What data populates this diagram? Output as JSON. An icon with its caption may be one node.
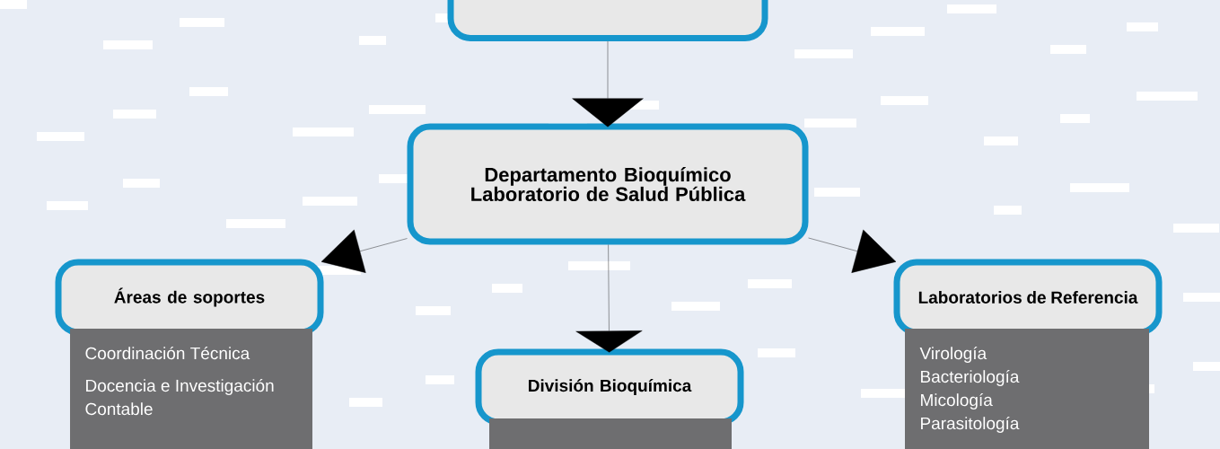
{
  "diagram": {
    "nodes": [
      {
        "text": [],
        "shape": "box"
      },
      {
        "text": [
          "Departamento Bioquímico Laboratorio de Salud Pública"
        ]
      },
      {
        "text": [
          "Áreas de soportes"
        ]
      },
      {
        "text": [
          "Coordinación Técnica",
          "Docencia e Investigación",
          "Contable"
        ]
      },
      {
        "text": [
          "División Bioquímica"
        ]
      },
      {
        "text": [],
        "shape": "box"
      },
      {
        "text": [
          "Laboratorios de Referencia"
        ]
      },
      {
        "text": [
          "Virología",
          "Bacteriología",
          "Micología",
          "Parasitología"
        ]
      }
    ],
    "edges": [
      {
        "from": 0,
        "to": 1,
        "arrow": "to"
      },
      {
        "from": 1,
        "to": 2,
        "arrow": "to"
      },
      {
        "from": 1,
        "to": 4,
        "arrow": "to"
      },
      {
        "from": 1,
        "to": 6,
        "arrow": "to"
      }
    ]
  }
}
